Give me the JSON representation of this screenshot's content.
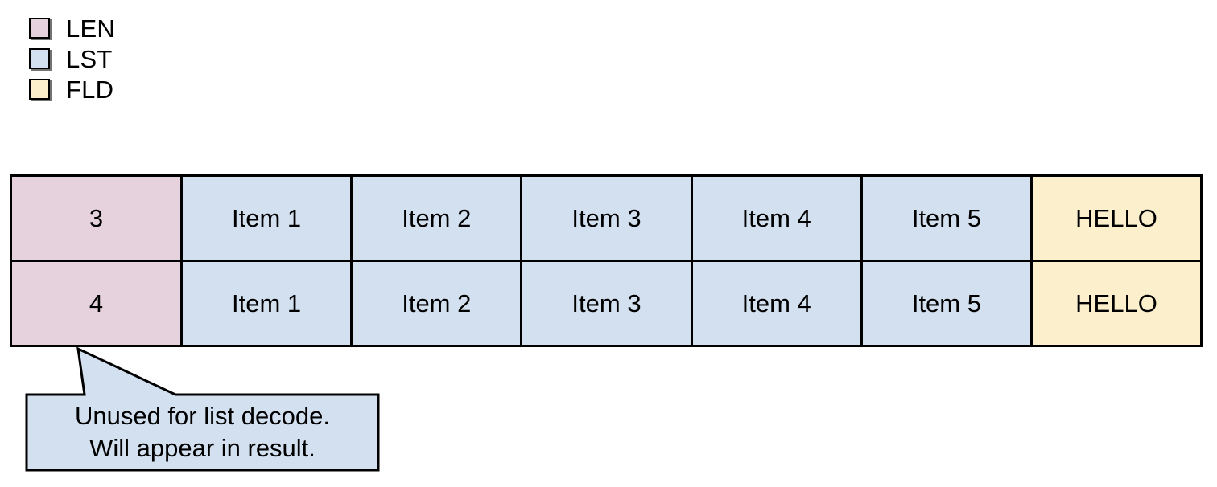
{
  "colors": {
    "len": "#e5d2dc",
    "lst": "#d3e0f0",
    "fld": "#fbefcc",
    "stroke": "#000000",
    "background": "#ffffff",
    "callout_fill": "#d3e0f0"
  },
  "legend": {
    "items": [
      {
        "label": "LEN",
        "color_key": "len",
        "color": "#e5d2dc"
      },
      {
        "label": "LST",
        "color_key": "lst",
        "color": "#d3e0f0"
      },
      {
        "label": "FLD",
        "color_key": "fld",
        "color": "#fbefcc"
      }
    ]
  },
  "table": {
    "rows": [
      {
        "len": "3",
        "items": [
          "Item 1",
          "Item 2",
          "Item 3",
          "Item 4",
          "Item 5"
        ],
        "fld": "HELLO"
      },
      {
        "len": "4",
        "items": [
          "Item 1",
          "Item 2",
          "Item 3",
          "Item 4",
          "Item 5"
        ],
        "fld": "HELLO"
      }
    ]
  },
  "callout": {
    "lines": [
      "Unused for list decode.",
      "Will appear in result."
    ]
  }
}
